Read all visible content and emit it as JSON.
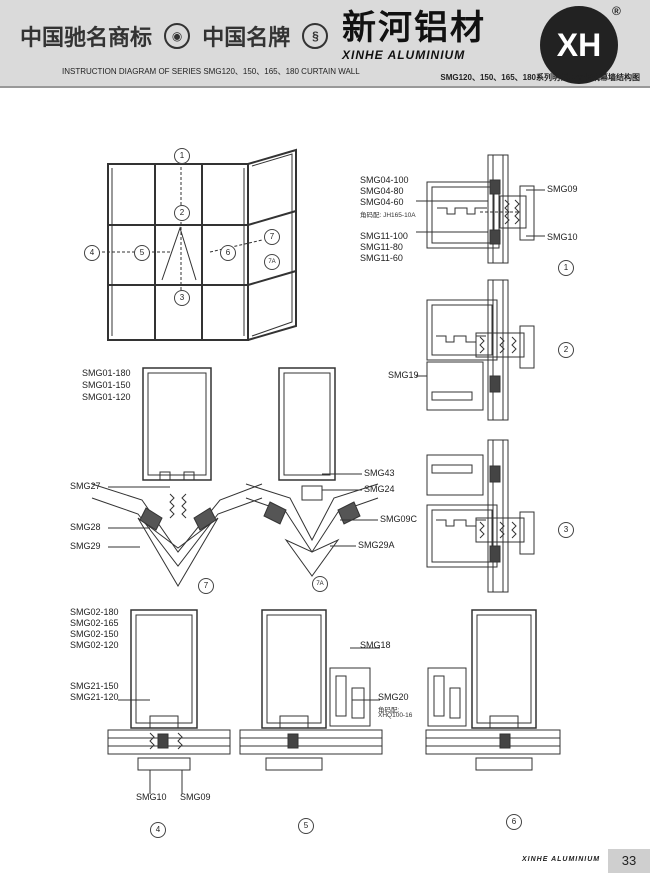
{
  "header": {
    "cn_left_1": "中国驰名商标",
    "cn_left_2": "中国名牌",
    "brand_cn": "新河铝材",
    "brand_en": "XINHE ALUMINIUM",
    "logo_text": "XH",
    "registered": "®",
    "instruction": "INSTRUCTION DIAGRAM OF SERIES SMG120、150、165、180 CURTAIN WALL",
    "subtitle_cn": "SMG120、150、165、180系列明框中空玻璃幕墙结构图"
  },
  "labels": {
    "d1_top": [
      "SMG04-100",
      "SMG04-80",
      "SMG04-60"
    ],
    "d1_note": "角码配: JH165-10A",
    "d1_bottom": [
      "SMG11-100",
      "SMG11-80",
      "SMG11-60"
    ],
    "d1_right_top": "SMG09",
    "d1_right_bottom": "SMG10",
    "d2_left": "SMG19",
    "d7_top": [
      "SMG01-180",
      "SMG01-150",
      "SMG01-120"
    ],
    "d7_27": "SMG27",
    "d7_28": "SMG28",
    "d7_29": "SMG29",
    "d7a_43": "SMG43",
    "d7a_24": "SMG24",
    "d7a_09c": "SMG09C",
    "d7a_29a": "SMG29A",
    "d4_top": [
      "SMG02-180",
      "SMG02-165",
      "SMG02-150",
      "SMG02-120"
    ],
    "d4_mid": [
      "SMG21-150",
      "SMG21-120"
    ],
    "d4_bottom_1": "SMG10",
    "d4_bottom_2": "SMG09",
    "d5_18": "SMG18",
    "d5_20": "SMG20",
    "d5_note": "角码配:",
    "d5_note2": "XHQ100-16"
  },
  "callouts": {
    "elev": [
      "1",
      "2",
      "3",
      "4",
      "5",
      "6",
      "7",
      "7A"
    ],
    "sections": [
      "1",
      "2",
      "3",
      "7",
      "7A",
      "4",
      "5",
      "6"
    ]
  },
  "footer": {
    "brand": "XINHE ALUMINIUM",
    "page": "33"
  }
}
